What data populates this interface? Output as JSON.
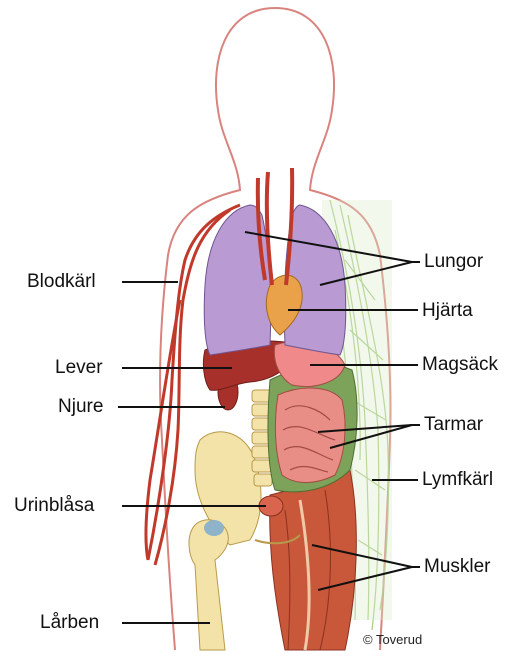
{
  "labels": {
    "lungor": "Lungor",
    "hjarta": "Hjärta",
    "magsack": "Magsäck",
    "tarmar": "Tarmar",
    "lymfkarl": "Lymfkärl",
    "muskler": "Muskler",
    "blodkarl": "Blodkärl",
    "lever": "Lever",
    "njure": "Njure",
    "urinblasa": "Urinblåsa",
    "larben": "Lårben"
  },
  "credit": "© Toverud",
  "colors": {
    "outline": "#d9837f",
    "lungs": "#b99ad3",
    "heart": "#e9a14a",
    "liver": "#a8302a",
    "stomach": "#f08a8a",
    "intestine": "#e98e86",
    "colon": "#7da35a",
    "bone": "#f4e3a8",
    "muscle": "#c9573a",
    "vessel": "#c0392b",
    "lymph": "#b8d89a"
  }
}
